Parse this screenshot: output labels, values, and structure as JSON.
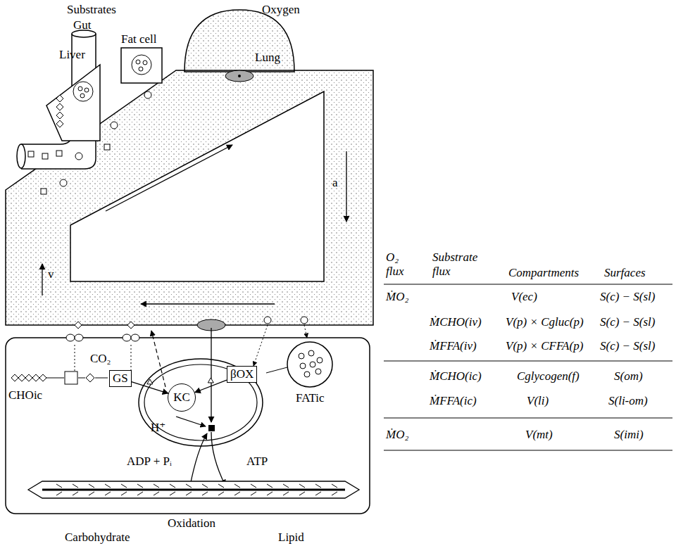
{
  "diagram": {
    "nodes": [
      {
        "text": [
          "Gut"
        ]
      },
      {
        "text": [
          "Liver"
        ]
      },
      {
        "text": [
          "Fat cell"
        ]
      },
      {
        "text": [
          "Lung"
        ]
      },
      {
        "text": [
          "GS"
        ]
      },
      {
        "text": [
          "KC"
        ]
      },
      {
        "text": [
          "βOX"
        ]
      }
    ],
    "edges": [
      {
        "from": 4,
        "to": 5,
        "arrow": "to"
      },
      {
        "from": 6,
        "to": 5,
        "arrow": "to"
      }
    ],
    "labels": [
      "Substrates",
      "Oxygen",
      "a",
      "v",
      "CO₂",
      "CHOic",
      "H⁺",
      "FATic",
      "ADP + Pᵢ",
      "ATP",
      "Oxidation",
      "Carbohydrate",
      "Lipid",
      "O₂ flux",
      "Substrate flux",
      "Compartments",
      "Surfaces",
      "ṀO₂",
      "V(ec)",
      "S(c) − S(sl)",
      "ṀCHO(iv)",
      "V(p) × Cgluc(p)",
      "S(c) − S(sl)",
      "ṀFFA(iv)",
      "V(p) × CFFA(p)",
      "S(c) − S(sl)",
      "ṀCHO(ic)",
      "Cglycogen(f)",
      "S(om)",
      "ṀFFA(ic)",
      "V(li)",
      "S(li-om)",
      "ṀO₂",
      "V(mt)",
      "S(imi)"
    ]
  }
}
